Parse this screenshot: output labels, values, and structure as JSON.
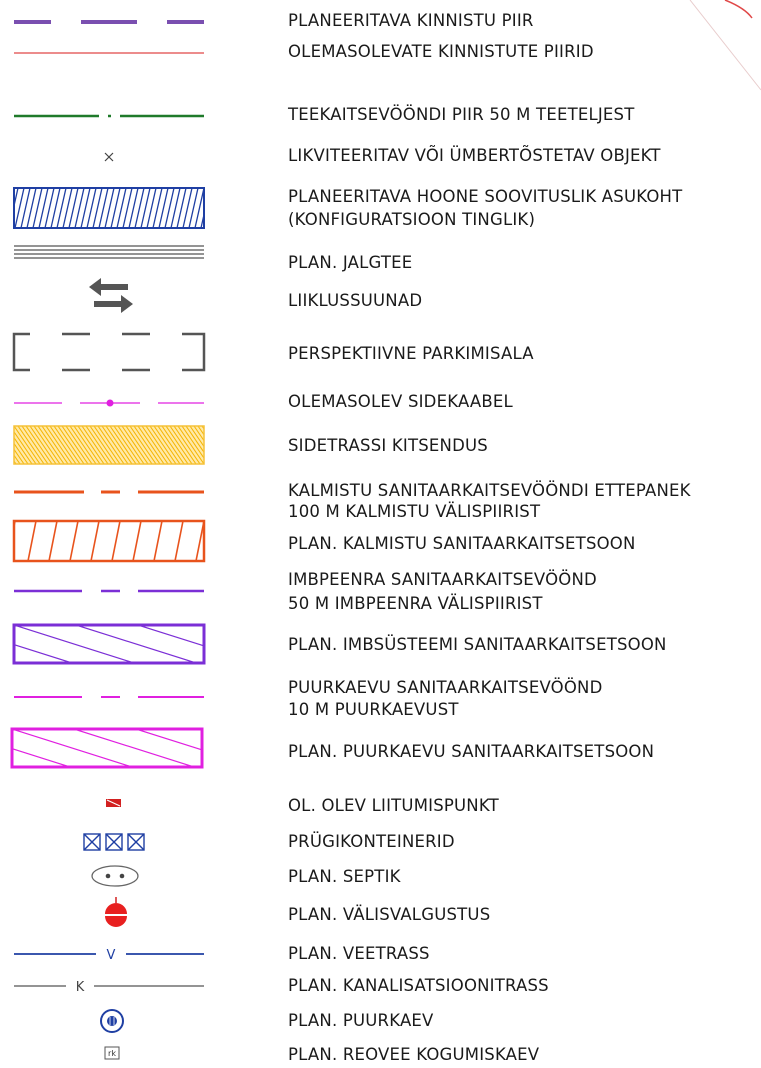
{
  "legend": {
    "items": [
      {
        "symbol": "purple-dashed-line-icon",
        "text": "PLANEERITAVA KINNISTU PIIR"
      },
      {
        "symbol": "red-thin-line-icon",
        "text": "OLEMASOLEVATE KINNISTUTE PIIRID"
      },
      {
        "symbol": "green-dash-dot-line-icon",
        "text": "TEEKAITSEVÖÖNDI PIIR 50 M TEETELJEST"
      },
      {
        "symbol": "cross-icon",
        "text": "LIKVITEERITAV VÕI ÜMBERTÕSTETAV OBJEKT"
      },
      {
        "symbol": "blue-hatched-rect-icon",
        "text": "PLANEERITAVA HOONE SOOVITUSLIK ASUKOHT",
        "text2": "(KONFIGURATSIOON TINGLIK)"
      },
      {
        "symbol": "triple-line-icon",
        "text": "PLAN. JALGTEE"
      },
      {
        "symbol": "traffic-arrows-icon",
        "text": "LIIKLUSSUUNAD"
      },
      {
        "symbol": "dashed-rect-icon",
        "text": "PERSPEKTIIVNE PARKIMISALA"
      },
      {
        "symbol": "magenta-dot-line-icon",
        "text": "OLEMASOLEV SIDEKAABEL"
      },
      {
        "symbol": "yellow-hatched-rect-icon",
        "text": "SIDETRASSI KITSENDUS"
      },
      {
        "symbol": "orange-dash-line-icon",
        "text": "KALMISTU SANITAARKAITSEVÖÖNDI ETTEPANEK",
        "text2": "100 M KALMISTU VÄLISPIIRIST"
      },
      {
        "symbol": "orange-hatched-rect-icon",
        "text": "PLAN. KALMISTU SANITAARKAITSETSOON"
      },
      {
        "symbol": "violet-dash-line-icon",
        "text": "IMBPEENRA SANITAARKAITSEVÖÖND",
        "text2": "50 M IMBPEENRA VÄLISPIIRIST"
      },
      {
        "symbol": "violet-hatched-rect-icon",
        "text": "PLAN. IMBSÜSTEEMI SANITAARKAITSETSOON"
      },
      {
        "symbol": "pink-dash-line-icon",
        "text": "PUURKAEVU SANITAARKAITSEVÖÖND",
        "text2": "10 M PUURKAEVUST"
      },
      {
        "symbol": "pink-hatched-rect-icon",
        "text": "PLAN. PUURKAEVU SANITAARKAITSETSOON"
      },
      {
        "symbol": "connection-point-icon",
        "text": "OL. OLEV LIITUMISPUNKT"
      },
      {
        "symbol": "waste-container-icon",
        "text": "PRÜGIKONTEINERID"
      },
      {
        "symbol": "septic-tank-icon",
        "text": "PLAN. SEPTIK"
      },
      {
        "symbol": "street-light-icon",
        "text": "PLAN. VÄLISVALGUSTUS"
      },
      {
        "symbol": "water-line-icon",
        "text": "PLAN. VEETRASS",
        "symbol_letter": "V"
      },
      {
        "symbol": "sewer-line-icon",
        "text": "PLAN. KANALISATSIOONITRASS",
        "symbol_letter": "K"
      },
      {
        "symbol": "well-icon",
        "text": "PLAN. PUURKAEV"
      },
      {
        "symbol": "collection-well-icon",
        "text": "PLAN. REOVEE KOGUMISKAEV",
        "symbol_letter": "rk"
      }
    ]
  },
  "colors": {
    "purple": "#7a4fb0",
    "red": "#e04848",
    "green": "#1f7a2a",
    "blue": "#1f3fa3",
    "yellow": "#f5c23a",
    "orange": "#e8531c",
    "violet": "#7b2fd6",
    "pink": "#e020e0",
    "grey": "#555555"
  }
}
